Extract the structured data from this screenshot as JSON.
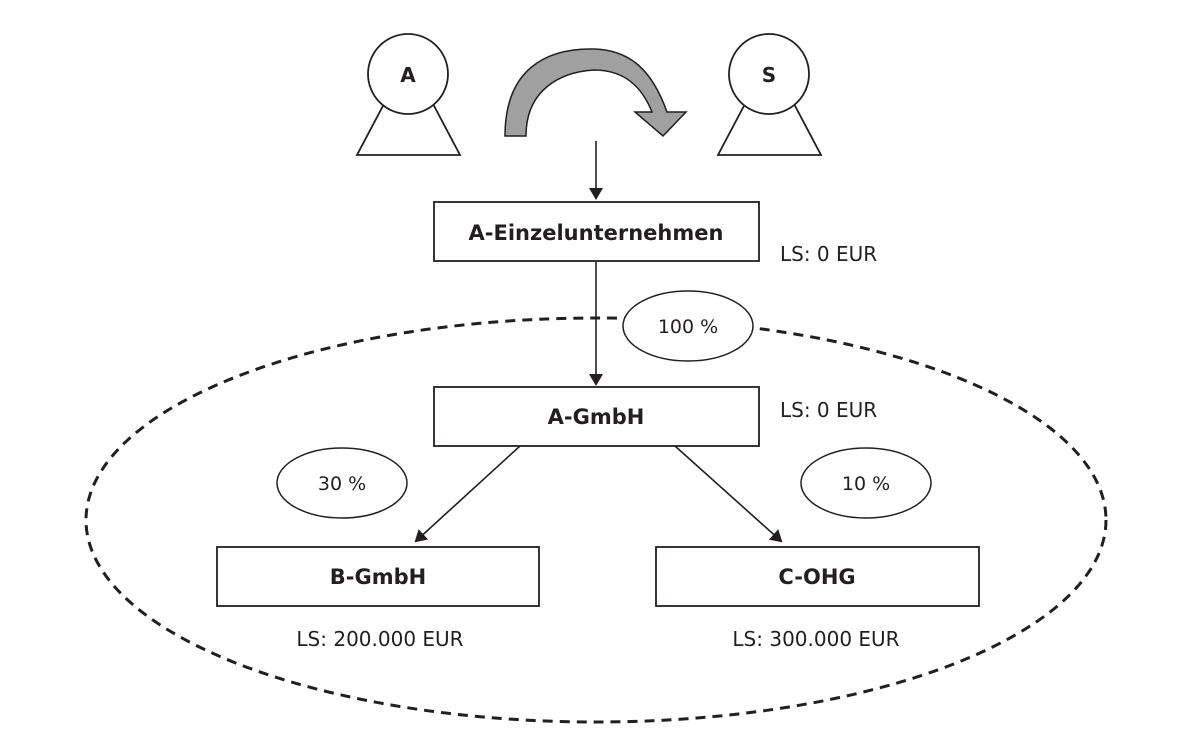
{
  "persons": [
    {
      "id": "A",
      "label": "A"
    },
    {
      "id": "S",
      "label": "S"
    }
  ],
  "transfer_arrow": {
    "from": "A",
    "to": "S",
    "color": "#a0a0a0"
  },
  "entities": {
    "einzelunternehmen": {
      "label": "A-Einzelunternehmen",
      "ls": "LS: 0 EUR"
    },
    "a_gmbh": {
      "label": "A-GmbH",
      "ls": "LS: 0 EUR"
    },
    "b_gmbh": {
      "label": "B-GmbH",
      "ls": "LS: 200.000 EUR"
    },
    "c_ohg": {
      "label": "C-OHG",
      "ls": "LS: 300.000 EUR"
    }
  },
  "shares": {
    "einzel_to_a_gmbh": "100 %",
    "a_gmbh_to_b_gmbh": "30 %",
    "a_gmbh_to_c_ohg": "10 %"
  },
  "colors": {
    "stroke": "#231f20",
    "arrow_fill": "#a0a0a0",
    "background": "#ffffff"
  }
}
